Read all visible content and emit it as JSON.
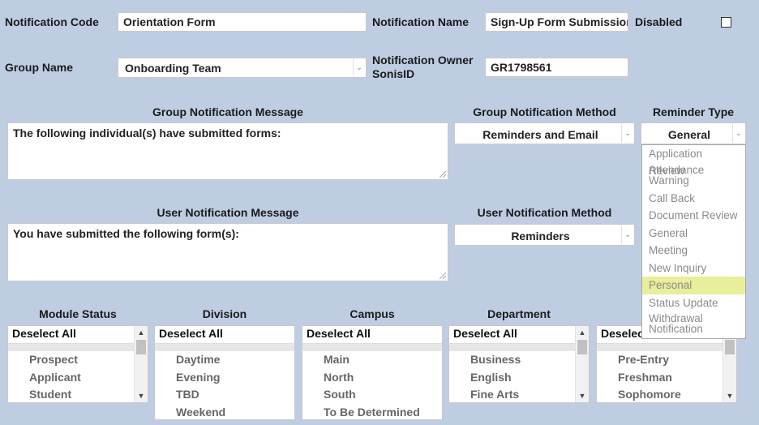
{
  "fields": {
    "notification_code": {
      "label": "Notification Code",
      "value": "Orientation Form"
    },
    "notification_name": {
      "label": "Notification Name",
      "value": "Sign-Up Form Submission"
    },
    "disabled": {
      "label": "Disabled",
      "checked": false
    },
    "group_name": {
      "label": "Group Name",
      "value": "Onboarding Team"
    },
    "owner": {
      "label_line1": "Notification Owner",
      "label_line2": "SonisID",
      "value": "GR1798561"
    }
  },
  "group_message": {
    "label": "Group Notification Message",
    "value": "The following individual(s) have submitted forms:"
  },
  "group_method": {
    "label": "Group Notification Method",
    "value": "Reminders and Email"
  },
  "reminder_type": {
    "label": "Reminder Type",
    "value": "General",
    "options": [
      "Application Review",
      "Attendance Warning",
      "Call Back",
      "Document Review",
      "General",
      "Meeting",
      "New Inquiry",
      "Personal",
      "Status Update",
      "Withdrawal Notification"
    ],
    "highlighted": "Personal"
  },
  "user_message": {
    "label": "User Notification Message",
    "value": "You have submitted the following form(s):"
  },
  "user_method": {
    "label": "User Notification Method",
    "value": "Reminders"
  },
  "filters": {
    "module_status": {
      "label": "Module Status",
      "head": "Deselect All",
      "items": [
        "Prospect",
        "Applicant",
        "Student"
      ]
    },
    "division": {
      "label": "Division",
      "head": "Deselect All",
      "items": [
        "Daytime",
        "Evening",
        "TBD",
        "Weekend"
      ]
    },
    "campus": {
      "label": "Campus",
      "head": "Deselect All",
      "items": [
        "Main",
        "North",
        "South",
        "To Be Determined"
      ]
    },
    "department": {
      "label": "Department",
      "head": "Deselect All",
      "items": [
        "Business",
        "English",
        "Fine Arts"
      ]
    },
    "level": {
      "label": "",
      "head": "Deselect All",
      "items": [
        "Pre-Entry",
        "Freshman",
        "Sophomore"
      ]
    }
  },
  "icons": {
    "select_arrow": "⌄",
    "scroll_up": "▲",
    "scroll_down": "▼"
  }
}
